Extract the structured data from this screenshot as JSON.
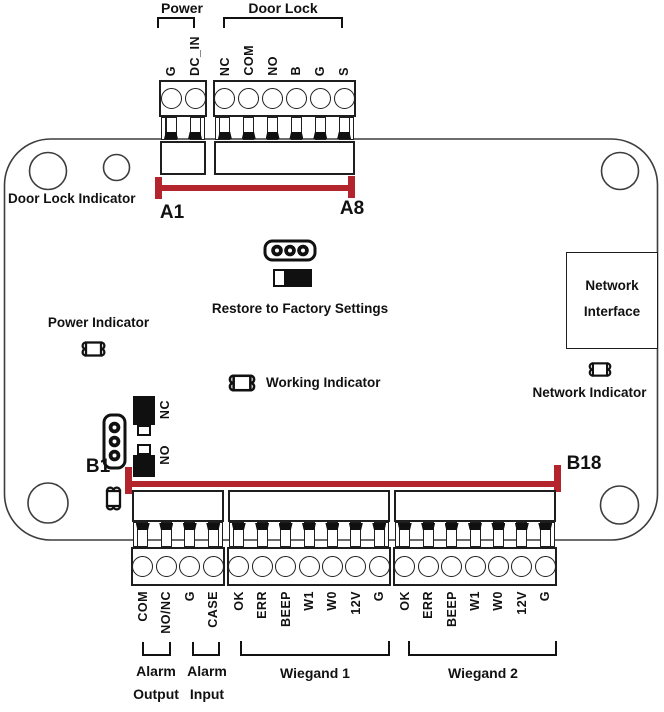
{
  "colors": {
    "red": "#B4242C"
  },
  "top": {
    "power": {
      "label": "Power",
      "pins": [
        "G",
        "DC_IN"
      ]
    },
    "door_lock": {
      "label": "Door Lock",
      "pins": [
        "NC",
        "COM",
        "NO",
        "B",
        "G",
        "S"
      ]
    },
    "row_start": "A1",
    "row_end": "A8"
  },
  "board": {
    "door_lock_indicator": "Door Lock Indicator",
    "power_indicator": "Power Indicator",
    "working_indicator": "Working Indicator",
    "restore_label": "Restore to Factory Settings",
    "network_interface": [
      "Network",
      "Interface"
    ],
    "network_indicator": "Network Indicator",
    "relay_nc": "NC",
    "relay_no": "NO",
    "row_start": "B1",
    "row_end": "B18"
  },
  "bottom": {
    "blocks": [
      {
        "name": "alarm",
        "pins": [
          "COM",
          "NO/NC",
          "G",
          "CASE"
        ]
      },
      {
        "name": "wiegand1",
        "pins": [
          "OK",
          "ERR",
          "BEEP",
          "W1",
          "W0",
          "12V",
          "G"
        ]
      },
      {
        "name": "wiegand2",
        "pins": [
          "OK",
          "ERR",
          "BEEP",
          "W1",
          "W0",
          "12V",
          "G"
        ]
      }
    ],
    "groups": [
      {
        "lines": [
          "Alarm",
          "Output"
        ]
      },
      {
        "lines": [
          "Alarm",
          "Input"
        ]
      },
      {
        "lines": [
          "Wiegand 1"
        ]
      },
      {
        "lines": [
          "Wiegand 2"
        ]
      }
    ]
  }
}
